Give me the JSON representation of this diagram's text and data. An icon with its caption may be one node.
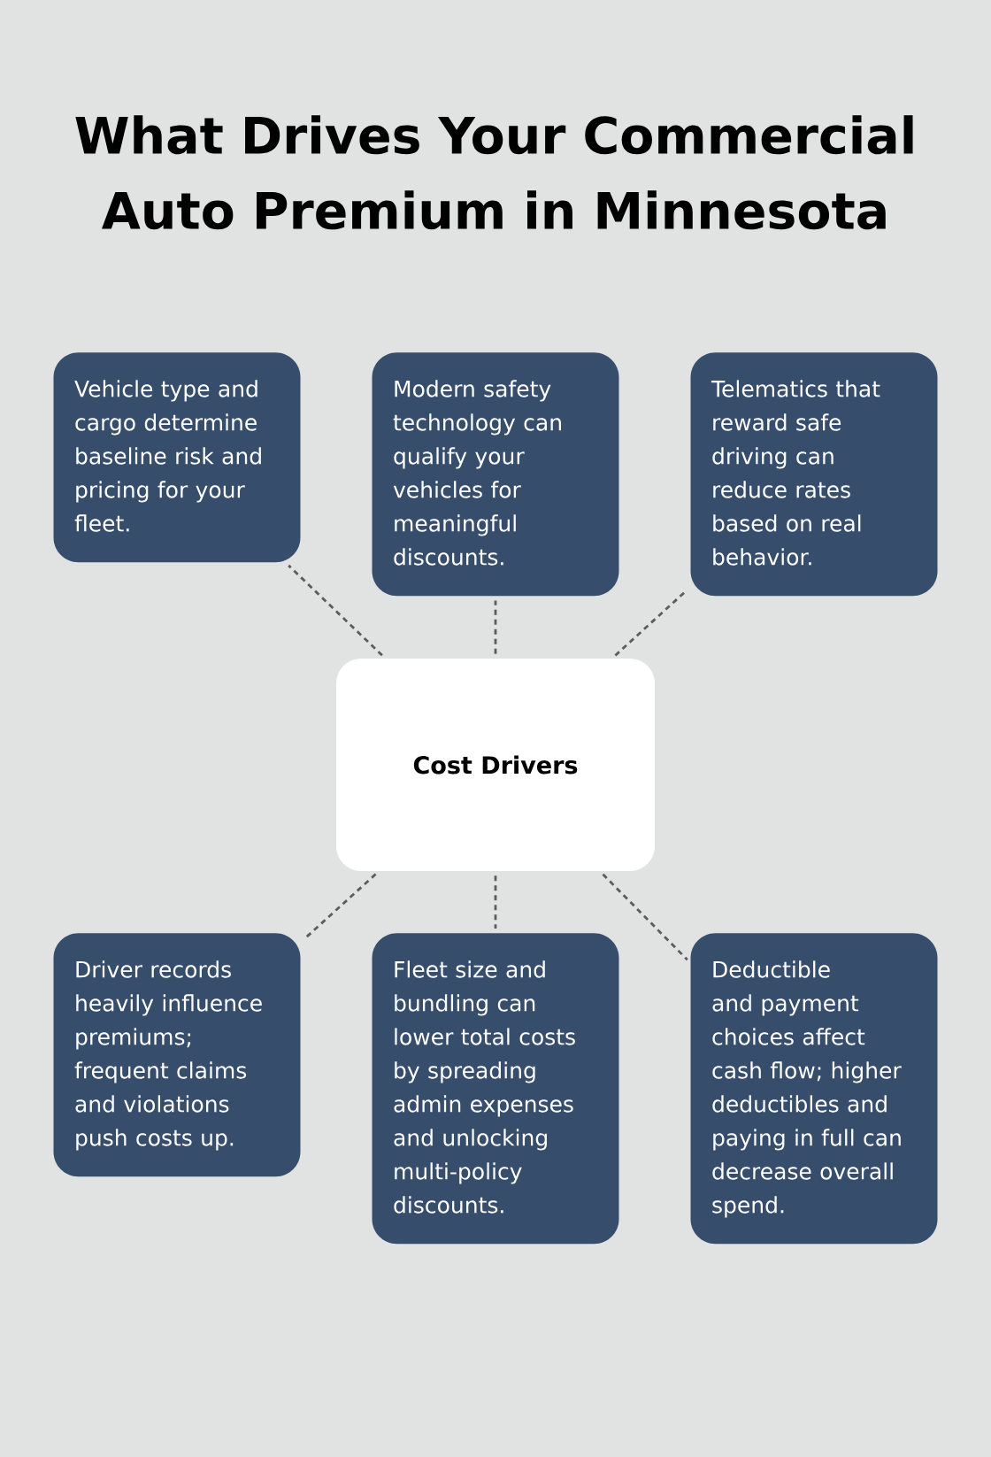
{
  "diagram": {
    "title": "What Drives Your Commercial Auto Premium in Minnesota",
    "nodes": [
      {
        "text": [
          "Vehicle type and cargo determine baseline risk and pricing for your fleet."
        ]
      },
      {
        "text": [
          "Modern safety technology can qualify your vehicles for meaningful discounts."
        ]
      },
      {
        "text": [
          "Telematics that reward safe driving can reduce rates based on real behavior."
        ]
      },
      {
        "text": [
          "Cost Drivers"
        ]
      },
      {
        "text": [
          "Driver records heavily influence premiums; frequent claims and violations push costs up."
        ]
      },
      {
        "text": [
          "Fleet size and bundling can lower total costs by spreading admin expenses and unlocking multi-policy discounts."
        ]
      },
      {
        "text": [
          "Deductible and payment choices affect cash flow; higher deductibles and paying in full can decrease overall spend."
        ]
      }
    ],
    "edges": [
      {
        "from": 3,
        "to": 0,
        "arrow": "none",
        "style": "dashed"
      },
      {
        "from": 3,
        "to": 1,
        "arrow": "none",
        "style": "dashed"
      },
      {
        "from": 3,
        "to": 2,
        "arrow": "none",
        "style": "dashed"
      },
      {
        "from": 3,
        "to": 4,
        "arrow": "none",
        "style": "dashed"
      },
      {
        "from": 3,
        "to": 5,
        "arrow": "none",
        "style": "dashed"
      },
      {
        "from": 3,
        "to": 6,
        "arrow": "none",
        "style": "dashed"
      }
    ]
  }
}
